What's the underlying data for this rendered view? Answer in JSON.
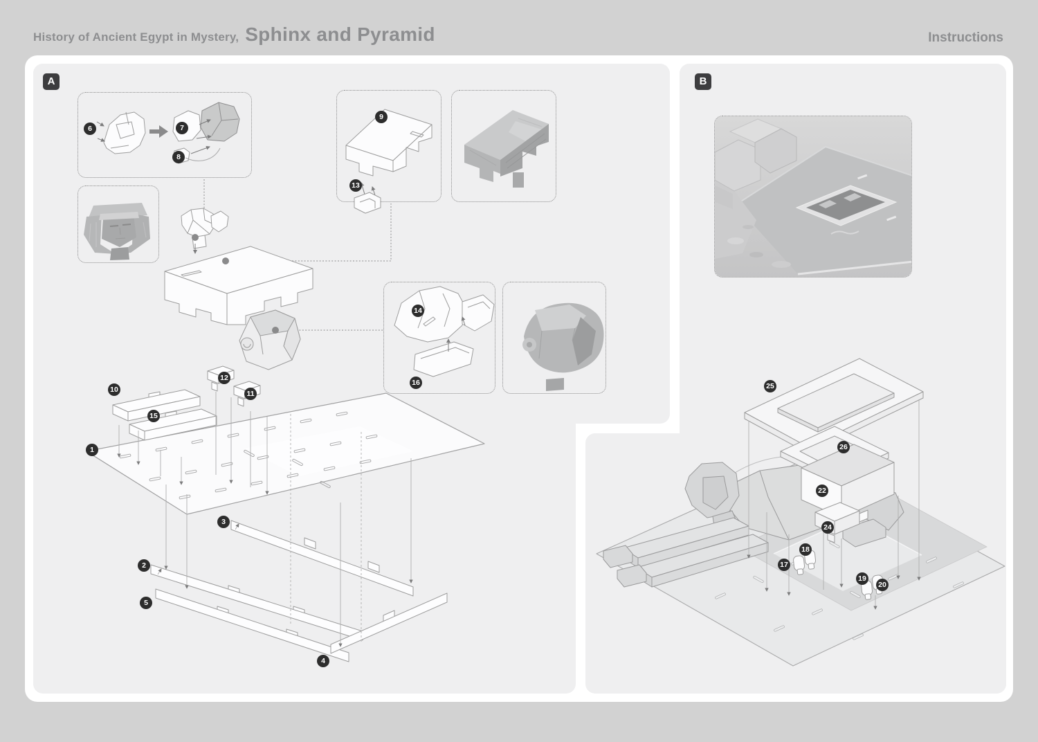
{
  "header": {
    "series": "History of Ancient Egypt in Mystery,",
    "title": "Sphinx and Pyramid",
    "corner_label": "Instructions"
  },
  "panel_a": {
    "label": "A",
    "badges": [
      {
        "num": "1"
      },
      {
        "num": "2"
      },
      {
        "num": "3"
      },
      {
        "num": "4"
      },
      {
        "num": "5"
      },
      {
        "num": "6"
      },
      {
        "num": "7"
      },
      {
        "num": "8"
      },
      {
        "num": "9"
      },
      {
        "num": "10"
      },
      {
        "num": "11"
      },
      {
        "num": "12"
      },
      {
        "num": "13"
      },
      {
        "num": "14"
      },
      {
        "num": "15"
      },
      {
        "num": "16"
      }
    ]
  },
  "panel_b": {
    "label": "B",
    "badges": [
      {
        "num": "17"
      },
      {
        "num": "18"
      },
      {
        "num": "19"
      },
      {
        "num": "20"
      },
      {
        "num": "22"
      },
      {
        "num": "24"
      },
      {
        "num": "25"
      },
      {
        "num": "26"
      }
    ]
  },
  "icons": {
    "step_arrow": "right-arrow",
    "connector_dot": "gray-dot"
  },
  "colors": {
    "page_bg": "#d2d2d2",
    "sheet": "#ffffff",
    "panel": "#efeff0",
    "badge_bg": "#2d2d2d",
    "section_badge_bg": "#3d3d3f",
    "line_art": "#9c9c9c",
    "title_text": "#8d8e90"
  }
}
